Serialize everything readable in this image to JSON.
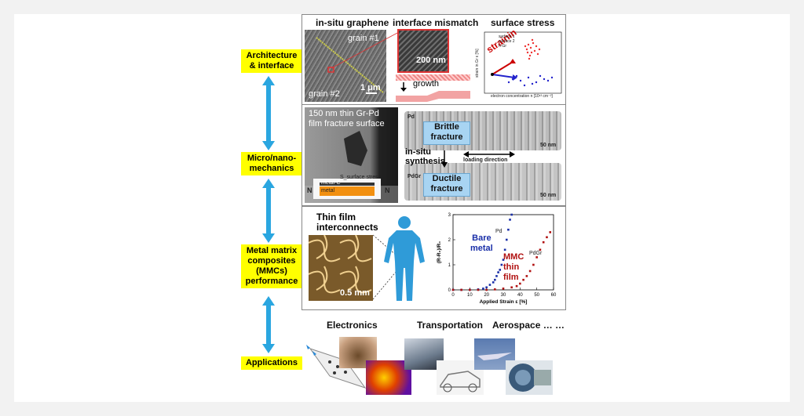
{
  "left_labels": {
    "architecture": "Architecture\n& interface",
    "micro": "Micro/nano-\nmechanics",
    "mmc": "Metal matrix\ncomposites\n(MMCs)\nperformance",
    "applications": "Applications"
  },
  "panel1": {
    "title_insitu": "in-situ graphene",
    "title_mismatch": "interface mismatch",
    "title_stress": "surface stress",
    "grain1": "grain #1",
    "grain2": "grain #2",
    "scale_1um": "1 μm",
    "scale_200nm": "200 nm",
    "growth": "growth",
    "strainin": "strainin",
    "xlabel": "electron concentration n [10¹³ cm⁻²]",
    "ylabel": "strain in Gr ε [%]",
    "legend": [
      "surface 1",
      "surface 2",
      "h-Gr"
    ]
  },
  "panel2": {
    "title": "150 nm thin Gr-Pd\nfilm fracture surface",
    "surface_stress": "S_surface stress",
    "metal_c": "metal-C",
    "metal": "metal",
    "n_left": "N",
    "n_right": "N",
    "pd": "Pd",
    "pdgr": "PdGr",
    "brittle": "Brittle\nfracture",
    "ductile": "Ductile\nfracture",
    "insitu": "in-situ\nsynthesis",
    "loading": "loading direction",
    "scale1": "50 nm",
    "scale2": "50 nm"
  },
  "panel3": {
    "thin_film": "Thin film\ninterconnects",
    "scale": "0.5 mm",
    "bare": "Bare\nmetal",
    "mmc": "MMC\nthin\nfilm",
    "pd_label": "Pd",
    "pdgr_label": "PdGr",
    "xlabel": "Applied Strain ε [%]",
    "ylabel": "(R-R₀)/R₀"
  },
  "applications": {
    "electronics": "Electronics",
    "transportation": "Transportation",
    "aerospace": "Aerospace … …"
  },
  "chart_data": {
    "type": "scatter",
    "xlabel": "Applied Strain ε [%]",
    "ylabel": "(R-R₀)/R₀",
    "xlim": [
      0,
      60
    ],
    "ylim": [
      0,
      3
    ],
    "xticks": [
      0,
      10,
      20,
      30,
      40,
      50,
      60
    ],
    "yticks": [
      0,
      1,
      2,
      3
    ],
    "series": [
      {
        "name": "Pd",
        "color": "#1a2fa8",
        "x": [
          0,
          5,
          10,
          15,
          18,
          20,
          22,
          24,
          25,
          26,
          27,
          28,
          29,
          30,
          31,
          32,
          33,
          34,
          35
        ],
        "y": [
          0,
          0,
          0,
          0.02,
          0.05,
          0.1,
          0.2,
          0.3,
          0.4,
          0.55,
          0.7,
          0.8,
          1.0,
          1.2,
          1.6,
          2.0,
          2.4,
          2.8,
          3.0
        ]
      },
      {
        "name": "PdGr",
        "color": "#b01010",
        "x": [
          0,
          5,
          10,
          15,
          20,
          25,
          30,
          35,
          38,
          40,
          42,
          44,
          46,
          48,
          50,
          52,
          54,
          56,
          58
        ],
        "y": [
          0,
          0,
          0,
          0,
          0,
          0.02,
          0.05,
          0.1,
          0.15,
          0.25,
          0.4,
          0.55,
          0.75,
          1.0,
          1.3,
          1.6,
          1.9,
          2.1,
          2.3
        ]
      }
    ]
  }
}
